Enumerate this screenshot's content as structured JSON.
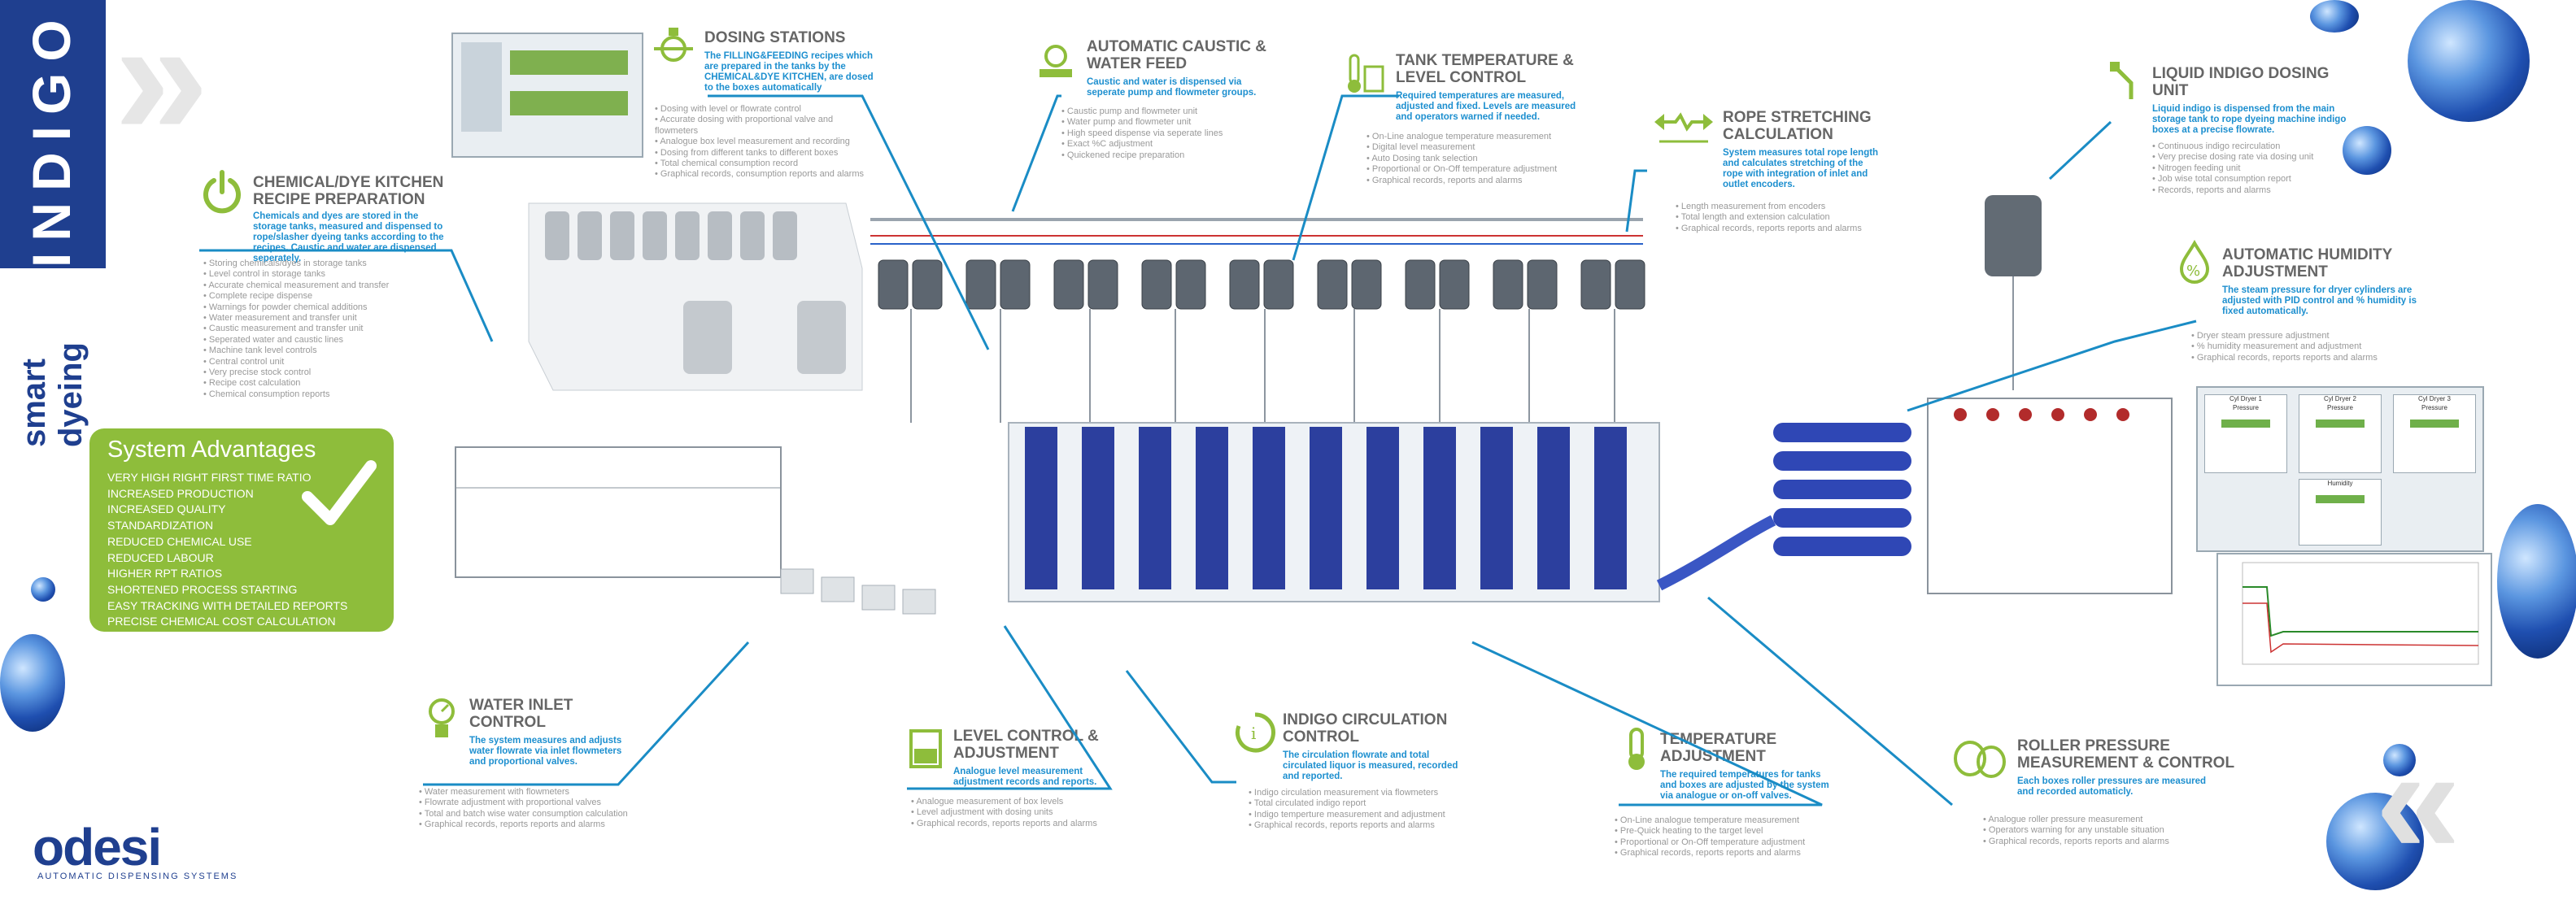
{
  "brand": {
    "product_name": "INDIGO",
    "tagline": "smart dyeing",
    "company_logo": "odesi",
    "company_subtitle": "AUTOMATIC DISPENSING SYSTEMS"
  },
  "colors": {
    "brand_blue": "#1f3f8f",
    "accent_green": "#8ebd3b",
    "highlight_blue": "#1a8cc5",
    "text_grey": "#666666"
  },
  "advantages": {
    "title": "System Advantages",
    "items": [
      "VERY HIGH RIGHT FIRST TIME RATIO",
      "INCREASED PRODUCTION",
      "INCREASED QUALITY",
      "STANDARDIZATION",
      "REDUCED CHEMICAL USE",
      "REDUCED LABOUR",
      "HIGHER RPT RATIOS",
      "SHORTENED PROCESS STARTING",
      "EASY TRACKING WITH DETAILED REPORTS",
      "PRECISE CHEMICAL COST CALCULATION"
    ]
  },
  "features": {
    "kitchen": {
      "icon": "power-icon",
      "title": "CHEMICAL/DYE KITCHEN RECIPE PREPARATION",
      "subtitle": "Chemicals and dyes are stored in the storage tanks, measured and dispensed to rope/slasher dyeing tanks according to the recipes. Caustic and water are dispensed seperately.",
      "items": [
        "Storing chemicals/dyes in storage tanks",
        "Level control in storage tanks",
        "Accurate chemical measurement and transfer",
        "Complete recipe dispense",
        "Warnings for powder chemical additions",
        "Water measurement and transfer unit",
        "Caustic measurement and transfer unit",
        "Seperated water and caustic lines",
        "Machine tank level controls",
        "Central control unit",
        "Very precise stock control",
        "Recipe cost calculation",
        "Chemical consumption reports"
      ]
    },
    "dosing": {
      "icon": "dosing-station-icon",
      "title": "DOSING STATIONS",
      "subtitle": "The FILLING&FEEDING recipes which are prepared in the tanks by the CHEMICAL&DYE KITCHEN, are dosed to the boxes automatically",
      "items": [
        "Dosing with level or flowrate control",
        "Accurate dosing with proportional valve and flowmeters",
        "Analogue box level measurement and recording",
        "Dosing from different tanks to different boxes",
        "Total chemical consumption record",
        "Graphical records, consumption reports and alarms"
      ]
    },
    "caustic": {
      "icon": "caustic-feed-icon",
      "title": "AUTOMATIC CAUSTIC & WATER FEED",
      "subtitle": "Caustic and water is dispensed via seperate pump and flowmeter groups.",
      "items": [
        "Caustic pump and flowmeter unit",
        "Water pump and flowmeter unit",
        "High speed dispense via seperate lines",
        "Exact %C adjustment",
        "Quickened recipe preparation"
      ]
    },
    "tank_temp": {
      "icon": "thermometer-tank-icon",
      "title": "TANK TEMPERATURE & LEVEL CONTROL",
      "subtitle": "Required temperatures are measured, adjusted and fixed. Levels are measured and operators warned if needed.",
      "items": [
        "On-Line analogue temperature measurement",
        "Digital level measurement",
        "Auto Dosing tank selection",
        "Proportional or On-Off temperature adjustment",
        "Graphical records, reports and alarms"
      ]
    },
    "rope": {
      "icon": "rope-stretch-icon",
      "title": "ROPE STRETCHING CALCULATION",
      "subtitle": "System measures total rope length and calculates stretching of the rope with integration of inlet and outlet encoders.",
      "items": [
        "Length measurement from encoders",
        "Total length and extension calculation",
        "Graphical records, reports reports and alarms"
      ]
    },
    "liquid_indigo": {
      "icon": "indigo-dosing-icon",
      "title": "LIQUID INDIGO DOSING UNIT",
      "subtitle": "Liquid indigo is dispensed from the main storage tank to rope dyeing machine indigo boxes at a precise flowrate.",
      "items": [
        "Continuous indigo recirculation",
        "Very precise dosing rate via dosing unit",
        "Nitrogen feeding unit",
        "Job wise total consumption report",
        "Records, reports and alarms"
      ]
    },
    "humidity": {
      "icon": "humidity-icon",
      "title": "AUTOMATIC HUMIDITY ADJUSTMENT",
      "subtitle": "The steam pressure for dryer cylinders are adjusted with PID control and % humidity is fixed automatically.",
      "items": [
        "Dryer steam pressure adjustment",
        "% humidity measurement and adjustment",
        "Graphical records, reports reports and alarms"
      ]
    },
    "water_inlet": {
      "icon": "pressure-gauge-icon",
      "title": "WATER INLET CONTROL",
      "subtitle": "The system measures and adjusts water flowrate via inlet flowmeters and proportional valves.",
      "items": [
        "Water measurement with flowmeters",
        "Flowrate adjustment with proportional valves",
        "Total and batch wise water consumption calculation",
        "Graphical records, reports reports and alarms"
      ]
    },
    "level_control": {
      "icon": "level-gauge-icon",
      "title": "LEVEL CONTROL & ADJUSTMENT",
      "subtitle": "Analogue level measurement adjustment records and reports.",
      "items": [
        "Analogue measurement of box levels",
        "Level adjustment with dosing units",
        "Graphical records, reports reports and alarms"
      ]
    },
    "circulation": {
      "icon": "recirculation-icon",
      "title": "INDIGO CIRCULATION CONTROL",
      "subtitle": "The circulation flowrate and total circulated liquor is measured, recorded and reported.",
      "items": [
        "Indigo circulation measurement via flowmeters",
        "Total circulated indigo report",
        "Indigo temperture measurement and adjustment",
        "Graphical records, reports reports and alarms"
      ]
    },
    "temperature": {
      "icon": "thermometer-icon",
      "title": "TEMPERATURE ADJUSTMENT",
      "subtitle": "The required temperatures for tanks and boxes are adjusted by the system via analogue or on-off valves.",
      "items": [
        "On-Line analogue temperature measurement",
        "Pre-Quick heating to the target level",
        "Proportional or On-Off temperature adjustment",
        "Graphical records, reports reports and alarms"
      ]
    },
    "roller": {
      "icon": "roller-icon",
      "title": "ROLLER PRESSURE MEASUREMENT & CONTROL",
      "subtitle": "Each boxes roller pressures are measured and recorded automaticly.",
      "items": [
        "Analogue roller pressure measurement",
        "Operators warning for any unstable situation",
        "Graphical records, reports reports and alarms"
      ]
    }
  },
  "dryer_screen": {
    "panels": [
      "Cyl Dryer 1",
      "Cyl Dryer 2",
      "Cyl Dryer 3"
    ],
    "section_label": "Pressure",
    "humidity_label": "Humidity"
  }
}
